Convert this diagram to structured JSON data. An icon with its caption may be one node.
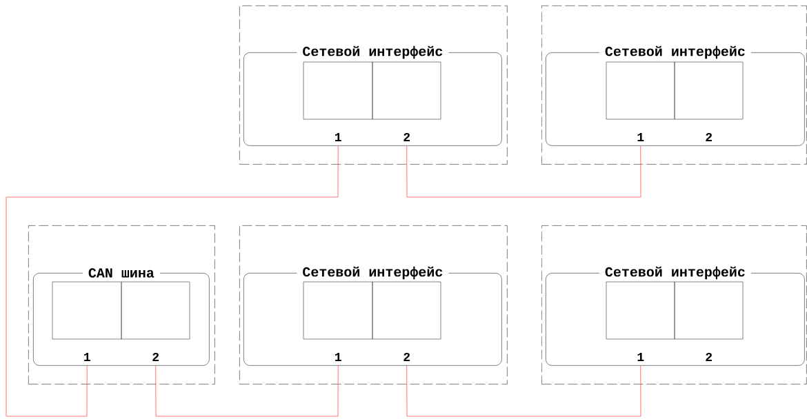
{
  "diagram": {
    "nodes": [
      {
        "text": [],
        "shape": "box"
      },
      {
        "text": [
          "Сетевой интерфейс"
        ],
        "in": 0
      },
      {
        "text": [
          "1"
        ],
        "in": 1
      },
      {
        "text": [
          "2"
        ],
        "in": 1
      },
      {
        "text": [],
        "shape": "box"
      },
      {
        "text": [
          "Сетевой интерфейс"
        ],
        "in": 4
      },
      {
        "text": [
          "1"
        ],
        "in": 5
      },
      {
        "text": [
          "2"
        ],
        "in": 5
      },
      {
        "text": [],
        "shape": "box"
      },
      {
        "text": [
          "CAN шина"
        ],
        "in": 8
      },
      {
        "text": [
          "1"
        ],
        "in": 9
      },
      {
        "text": [
          "2"
        ],
        "in": 9
      },
      {
        "text": [],
        "shape": "box"
      },
      {
        "text": [
          "Сетевой интерфейс"
        ],
        "in": 12
      },
      {
        "text": [
          "1"
        ],
        "in": 13
      },
      {
        "text": [
          "2"
        ],
        "in": 13
      },
      {
        "text": [],
        "shape": "box"
      },
      {
        "text": [
          "Сетевой интерфейс"
        ],
        "in": 16
      },
      {
        "text": [
          "1"
        ],
        "in": 17
      },
      {
        "text": [
          "2"
        ],
        "in": 17
      }
    ],
    "edges": [
      {
        "from": 2,
        "to": 10,
        "arrow": "none"
      },
      {
        "from": 3,
        "to": 6,
        "arrow": "none"
      },
      {
        "from": 11,
        "to": 14,
        "arrow": "none"
      },
      {
        "from": 15,
        "to": 18,
        "arrow": "none"
      }
    ]
  }
}
